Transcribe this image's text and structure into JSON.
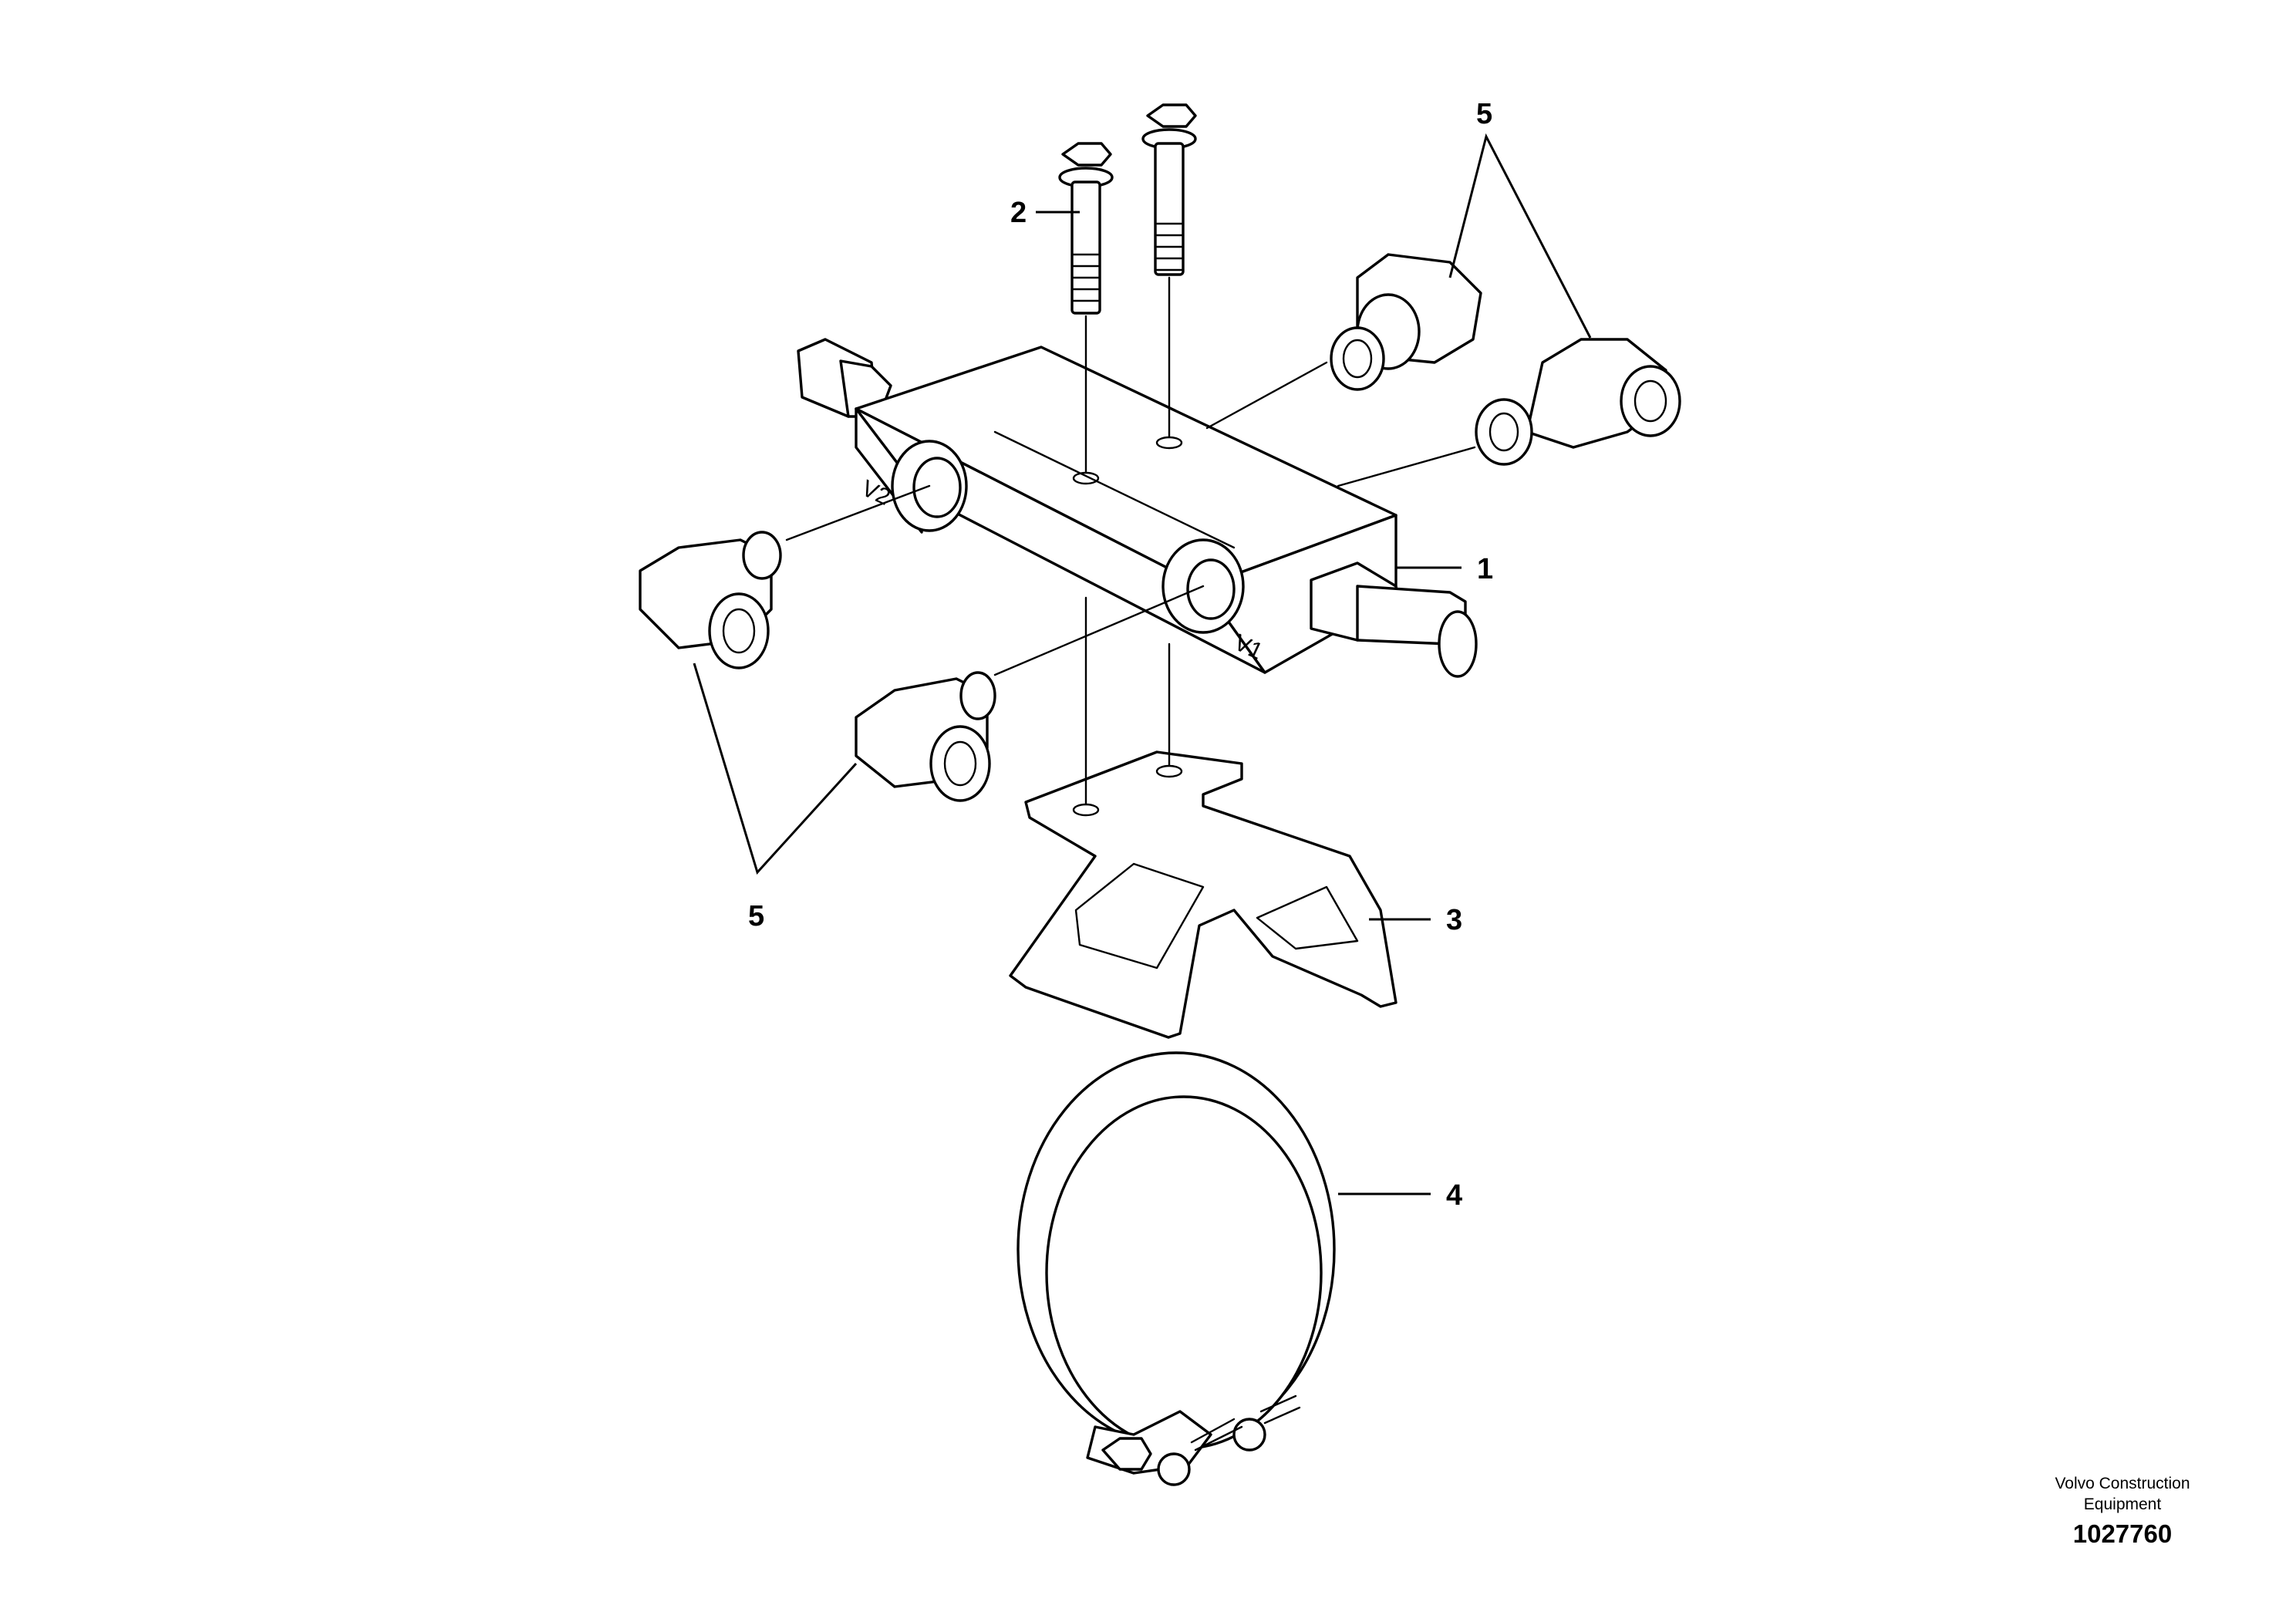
{
  "diagram": {
    "callouts": {
      "c1": "1",
      "c2": "2",
      "c3": "3",
      "c4": "4",
      "c5_top": "5",
      "c5_bottom": "5"
    },
    "port_labels": {
      "v1": "V1",
      "v2": "V2"
    },
    "footer": {
      "brand_line1": "Volvo Construction",
      "brand_line2": "Equipment",
      "drawing_number": "1027760"
    }
  }
}
